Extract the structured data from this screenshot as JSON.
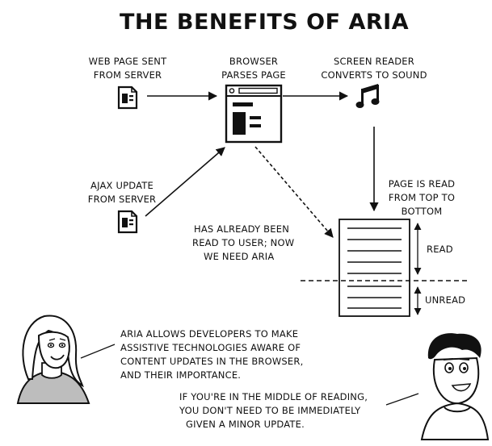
{
  "title": "THE BENEFITS OF ARIA",
  "nodes": {
    "server": {
      "lines": [
        "WEB PAGE SENT",
        "FROM SERVER"
      ]
    },
    "browser": {
      "lines": [
        "BROWSER",
        "PARSES PAGE"
      ]
    },
    "screen_reader": {
      "lines": [
        "SCREEN READER",
        "CONVERTS TO SOUND"
      ]
    },
    "ajax": {
      "lines": [
        "AJAX UPDATE",
        "FROM SERVER"
      ]
    },
    "read_order": {
      "lines": [
        "PAGE IS READ",
        "FROM TOP TO",
        "BOTTOM"
      ]
    }
  },
  "notes": {
    "already_read": {
      "lines": [
        "HAS ALREADY BEEN",
        "READ TO USER; NOW",
        "WE NEED ARIA"
      ]
    }
  },
  "document": {
    "read_label": "READ",
    "unread_label": "UNREAD"
  },
  "speech": {
    "woman": {
      "lines": [
        "ARIA ALLOWS DEVELOPERS TO MAKE",
        "ASSISTIVE TECHNOLOGIES AWARE OF",
        "CONTENT UPDATES IN THE BROWSER,",
        "AND THEIR IMPORTANCE."
      ]
    },
    "man": {
      "lines": [
        "IF YOU'RE IN THE MIDDLE OF READING,",
        "YOU DON'T NEED TO BE IMMEDIATELY",
        "GIVEN A MINOR UPDATE."
      ]
    }
  },
  "icons": {
    "server_doc": "document-icon",
    "ajax_doc": "document-icon",
    "browser_window": "browser-window-icon",
    "sound": "music-note-icon"
  },
  "colors": {
    "ink": "#111111",
    "skin": "#ffffff",
    "shirt": "#bdbdbd"
  }
}
